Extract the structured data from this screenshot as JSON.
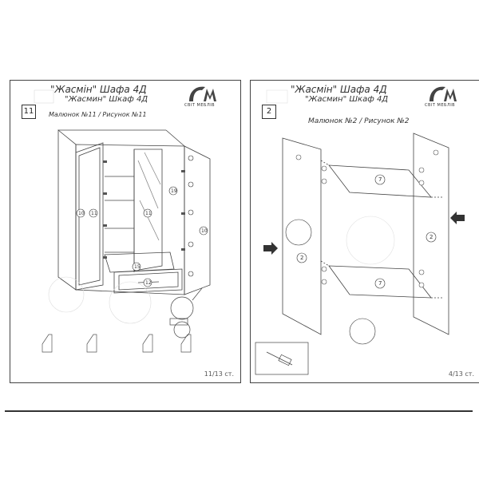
{
  "pages": [
    {
      "title": "\"Жасмін\" Шафа 4Д",
      "subtitle": "\"Жасмин\" Шкаф 4Д",
      "logo_text": "СВІТ МЕБЛІВ",
      "step": "11",
      "caption": "Малюнок №11 / Рисунок №11",
      "page_number": "11/13 ст.",
      "labels": [
        "10",
        "11",
        "11",
        "10",
        "15",
        "12",
        "19"
      ]
    },
    {
      "title": "\"Жасмін\" Шафа 4Д",
      "subtitle": "\"Жасмин\" Шкаф 4Д",
      "logo_text": "СВІТ МЕБЛІВ",
      "step": "2",
      "caption": "Малюнок №2 / Рисунок №2",
      "page_number": "4/13 ст.",
      "labels": [
        "7",
        "7",
        "2",
        "2"
      ]
    }
  ]
}
